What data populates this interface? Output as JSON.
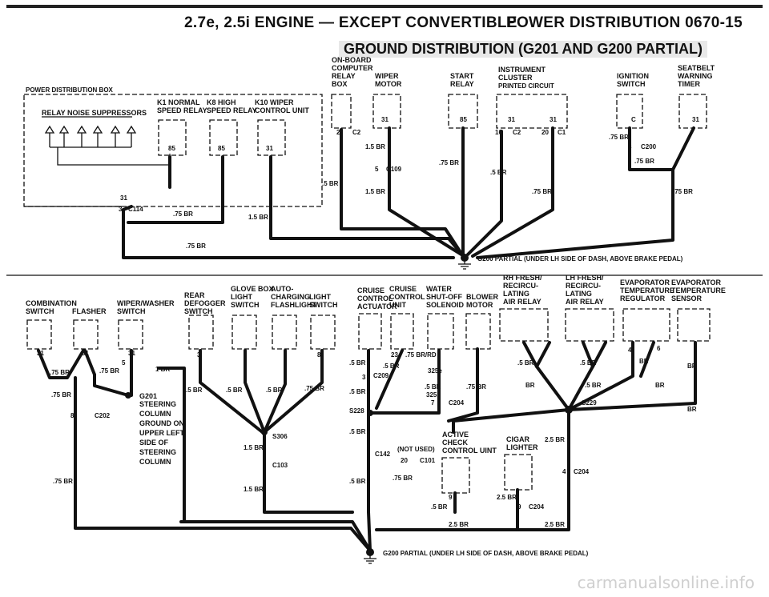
{
  "header": {
    "left_title": "2.7e, 2.5i ENGINE — EXCEPT CONVERTIBLE",
    "right_title": "POWER DISTRIBUTION 0670-15",
    "banner": "GROUND DISTRIBUTION (G201 AND G200 PARTIAL)"
  },
  "top": {
    "power_box": "POWER DISTRIBUTION BOX",
    "relay_noise": "RELAY NOISE SUPPRESSORS",
    "k1": [
      "K1 NORMAL",
      "SPEED RELAY"
    ],
    "k8": [
      "K8 HIGH",
      "SPEED RELAY"
    ],
    "k10": [
      "K10 WIPER",
      "CONTROL UNIT"
    ],
    "onboard": [
      "ON-BOARD",
      "COMPUTER",
      "RELAY",
      "BOX"
    ],
    "wiper_motor": [
      "WIPER",
      "MOTOR"
    ],
    "start_relay": [
      "START",
      "RELAY"
    ],
    "instrument": [
      "INSTRUMENT",
      "CLUSTER",
      "PRINTED CIRCUIT"
    ],
    "ignition": [
      "IGNITION",
      "SWITCH"
    ],
    "seatbelt": [
      "SEATBELT",
      "WARNING",
      "TIMER"
    ],
    "pins": [
      "2",
      "31",
      "85",
      "31",
      "31",
      "16",
      "20",
      "C",
      "31",
      "85",
      "85",
      "31",
      "31",
      "3",
      "8",
      "5"
    ],
    "connectors": [
      "C2",
      "C2",
      "C1",
      "C200",
      "C109",
      "C114"
    ],
    "wire_labels": [
      ".75 BR",
      "1.5 BR",
      ".75 BR",
      ".5 BR",
      ".5 BR",
      ".75 BR",
      ".75 BR",
      ".75 BR",
      "1.5 BR",
      "1.5 BR",
      ".75 BR",
      ".75 BR"
    ],
    "ground_label": "G200 PARTIAL (UNDER LH SIDE OF DASH, ABOVE BRAKE PEDAL)"
  },
  "bottom": {
    "combination_switch": [
      "COMBINATION",
      "SWITCH"
    ],
    "flasher": "FLASHER",
    "wiper_washer": [
      "WIPER/WASHER",
      "SWITCH"
    ],
    "rear_defogger": [
      "REAR",
      "DEFOGGER",
      "SWITCH"
    ],
    "glove_box": [
      "GLOVE BOX",
      "LIGHT",
      "SWITCH"
    ],
    "auto_charging": [
      "AUTO-",
      "CHARGING",
      "FLASHLIGHT"
    ],
    "light_switch": [
      "LIGHT",
      "SWITCH"
    ],
    "cruise_actuator": [
      "CRUISE",
      "CONTROL",
      "ACTUATOR"
    ],
    "cruise_unit": [
      "CRUISE",
      "CONTROL",
      "UNIT"
    ],
    "water_shutoff": [
      "WATER",
      "SHUT-OFF",
      "SOLENOID"
    ],
    "blower_motor": [
      "BLOWER",
      "MOTOR"
    ],
    "rh_fresh": [
      "RH FRESH/",
      "RECIRCU-",
      "LATING",
      "AIR RELAY"
    ],
    "lh_fresh": [
      "LH FRESH/",
      "RECIRCU-",
      "LATING",
      "AIR RELAY"
    ],
    "evap_regulator": [
      "EVAPORATOR",
      "TEMPERATURE",
      "REGULATOR"
    ],
    "evap_sensor": [
      "EVAPORATOR",
      "TEMPERATURE",
      "SENSOR"
    ],
    "g201_note": [
      "G201",
      "STEERING",
      "COLUMN",
      "GROUND ON",
      "UPPER LEFT",
      "SIDE OF",
      "STEERING",
      "COLUMN"
    ],
    "active_check": [
      "ACTIVE",
      "CHECK",
      "CONTROL UINT"
    ],
    "not_used": "(NOT USED)",
    "cigar_lighter": [
      "CIGAR",
      "LIGHTER"
    ],
    "connectors": [
      "C202",
      "C209",
      "S228",
      "C204",
      "325e",
      "325i",
      "C142",
      "C101",
      "S306",
      "C103",
      "S229",
      "C204",
      "C204"
    ],
    "pins": [
      "31",
      "31",
      "31",
      "5",
      "3",
      "8",
      "23",
      "3",
      "7",
      "8",
      "9",
      "20",
      "4",
      "6",
      "4",
      "9"
    ],
    "wire_labels": [
      ".75 BR",
      ".75 BR",
      ".75 BR",
      "1 BR",
      ".75 BR",
      ".5 BR",
      ".5 BR",
      ".5 BR",
      ".75 BR",
      ".5 BR",
      ".5 BR",
      ".5 BR",
      ".5 BR",
      ".5 BR",
      "1.5 BR",
      "1.5 BR",
      ".5 BR",
      ".75 BR",
      ".5 BR",
      "2.5 BR",
      "2.5 BR",
      "2.5 BR",
      "2.5 BR",
      ".5 BR",
      ".5 BR",
      ".5 BR",
      "BR",
      "BR",
      "BR",
      "BR",
      ".75 BR/RD",
      "BR",
      ".75 BR"
    ],
    "ground_label": "G200 PARTIAL (UNDER LH SIDE OF DASH, ABOVE BRAKE PEDAL)"
  },
  "watermark": "carmanualsonline.info"
}
